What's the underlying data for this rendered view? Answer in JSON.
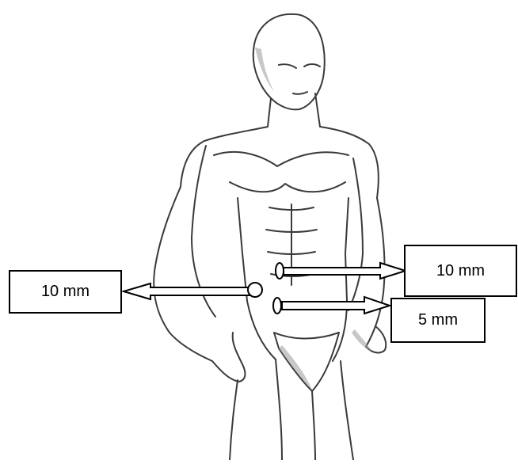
{
  "labels": {
    "left_port": "10 mm",
    "right_upper_port": "10 mm",
    "right_lower_port": "5 mm"
  },
  "colors": {
    "ink": "#000000",
    "sketch": "#3a3a3a",
    "shading": "#9a9a9a",
    "background": "#ffffff"
  }
}
